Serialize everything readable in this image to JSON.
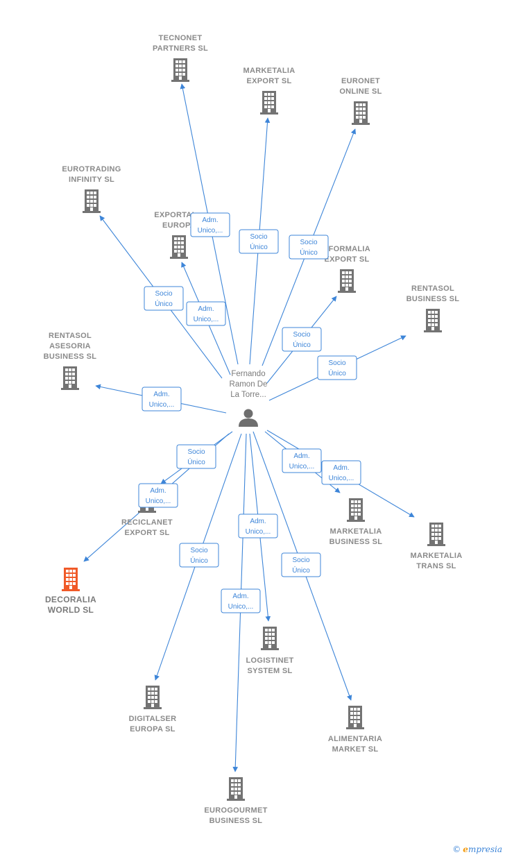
{
  "colors": {
    "edge": "#3d85d8",
    "building": "#737373",
    "building_highlight": "#f05a28",
    "label": "#8a8a8a"
  },
  "person": {
    "name_lines": [
      "Fernando",
      "Ramon De",
      "La Torre..."
    ],
    "icon": "person-icon"
  },
  "companies": [
    {
      "id": "tecnonet",
      "lines": [
        "TECNONET",
        "PARTNERS  SL"
      ],
      "icon": "building-icon"
    },
    {
      "id": "marketalia-export",
      "lines": [
        "MARKETALIA",
        "EXPORT  SL"
      ],
      "icon": "building-icon"
    },
    {
      "id": "euronet",
      "lines": [
        "EURONET",
        "ONLINE  SL"
      ],
      "icon": "building-icon"
    },
    {
      "id": "eurotrading",
      "lines": [
        "EUROTRADING",
        "INFINITY  SL"
      ],
      "icon": "building-icon"
    },
    {
      "id": "exportalia",
      "lines": [
        "EXPORTAL...",
        "EUROPA"
      ],
      "icon": "building-icon"
    },
    {
      "id": "eformalia",
      "lines": [
        "EFORMALIA",
        "EXPORT  SL"
      ],
      "icon": "building-icon"
    },
    {
      "id": "rentasol-business",
      "lines": [
        "RENTASOL",
        "BUSINESS  SL"
      ],
      "icon": "building-icon"
    },
    {
      "id": "rentasol-asesoria",
      "lines": [
        "RENTASOL",
        "ASESORIA",
        "BUSINESS  SL"
      ],
      "icon": "building-icon"
    },
    {
      "id": "reciclanet",
      "lines": [
        "RECICLANET",
        "EXPORT  SL"
      ],
      "icon": "building-icon"
    },
    {
      "id": "decoralia",
      "lines": [
        "DECORALIA",
        "WORLD  SL"
      ],
      "icon": "building-icon",
      "highlight": true
    },
    {
      "id": "marketalia-business",
      "lines": [
        "MARKETALIA",
        "BUSINESS  SL"
      ],
      "icon": "building-icon"
    },
    {
      "id": "marketalia-trans",
      "lines": [
        "MARKETALIA",
        "TRANS  SL"
      ],
      "icon": "building-icon"
    },
    {
      "id": "logistinet",
      "lines": [
        "LOGISTINET",
        "SYSTEM  SL"
      ],
      "icon": "building-icon"
    },
    {
      "id": "digitalser",
      "lines": [
        "DIGITALSER",
        "EUROPA  SL"
      ],
      "icon": "building-icon"
    },
    {
      "id": "alimentaria",
      "lines": [
        "ALIMENTARIA",
        "MARKET  SL"
      ],
      "icon": "building-icon"
    },
    {
      "id": "eurogourmet",
      "lines": [
        "EUROGOURMET",
        "BUSINESS  SL"
      ],
      "icon": "building-icon"
    }
  ],
  "edges": [
    {
      "to": "tecnonet",
      "role": [
        "Adm.",
        "Unico,..."
      ]
    },
    {
      "to": "marketalia-export",
      "role": [
        "Socio",
        "Único"
      ]
    },
    {
      "to": "euronet",
      "role": [
        "Socio",
        "Único"
      ]
    },
    {
      "to": "eurotrading",
      "role": [
        "Socio",
        "Único"
      ]
    },
    {
      "to": "exportalia",
      "role": [
        "Adm.",
        "Unico,..."
      ]
    },
    {
      "to": "eformalia",
      "role": [
        "Socio",
        "Único"
      ]
    },
    {
      "to": "rentasol-business",
      "role": [
        "Socio",
        "Único"
      ]
    },
    {
      "to": "rentasol-asesoria",
      "role": [
        "Adm.",
        "Unico,..."
      ]
    },
    {
      "to": "reciclanet",
      "role": [
        "Socio",
        "Único"
      ]
    },
    {
      "to": "decoralia",
      "role": [
        "Adm.",
        "Unico,..."
      ]
    },
    {
      "to": "marketalia-business",
      "role": [
        "Adm.",
        "Unico,..."
      ]
    },
    {
      "to": "marketalia-trans",
      "role": [
        "Adm.",
        "Unico,..."
      ]
    },
    {
      "to": "logistinet",
      "role": [
        "Adm.",
        "Unico,..."
      ]
    },
    {
      "to": "digitalser",
      "role": [
        "Socio",
        "Único"
      ]
    },
    {
      "to": "alimentaria",
      "role": [
        "Socio",
        "Único"
      ]
    },
    {
      "to": "eurogourmet",
      "role": [
        "Adm.",
        "Unico,..."
      ]
    }
  ],
  "watermark": {
    "copyright": "©",
    "brand_initial": "e",
    "brand_rest": "mpresia"
  }
}
